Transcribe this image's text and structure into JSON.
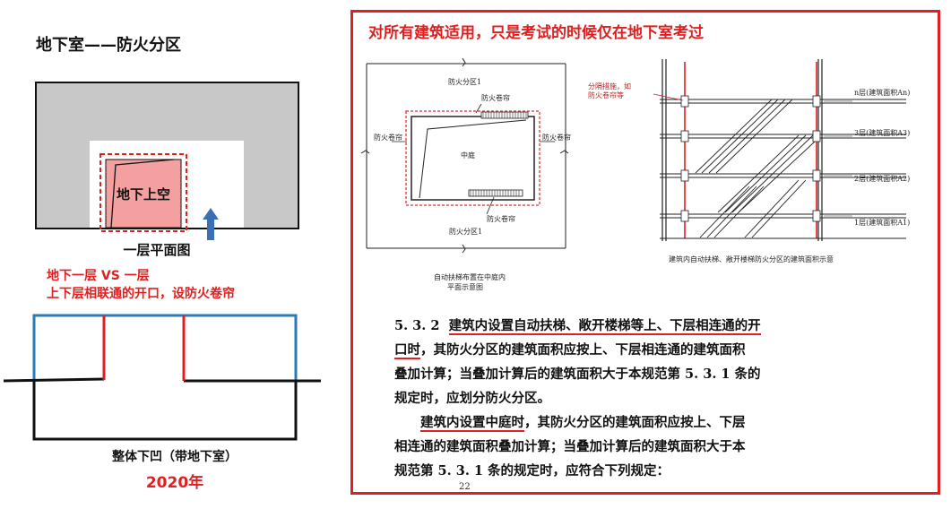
{
  "left": {
    "title": "地下室——防火分区",
    "plan_atrium_label": "地下上空",
    "plan_caption": "一层平面图",
    "note_line1": "地下一层 VS 一层",
    "note_line2": "上下层相联通的开口，设防火卷帘",
    "section_caption": "整体下凹（带地下室）",
    "year": "2020年"
  },
  "right": {
    "title": "对所有建筑适用，只是考试的时候仅在地下室考过",
    "fig1": {
      "zone_top": "防火分区1",
      "shutter_top": "防火卷帘",
      "shutter_left": "防火卷帘",
      "shutter_right": "防火卷帘",
      "atrium": "中庭",
      "shutter_bottom": "防火卷帘",
      "zone_bottom": "防火分区1",
      "caption_line1": "自动扶梯布置在中庭内",
      "caption_line2": "平面示意图"
    },
    "fig2": {
      "note_line1": "分隔措施，如",
      "note_line2": "防火卷帘等",
      "floor_n": "n层(建筑面积An)",
      "floor_3": "3层(建筑面积A3)",
      "floor_2": "2层(建筑面积A2)",
      "floor_1": "1层(建筑面积A1)",
      "caption": "建筑内自动扶梯、敞开楼梯防火分区的建筑面积示意"
    },
    "clause_532": {
      "number": "5. 3. 2",
      "line1_rest": "建筑内设置自动扶梯、敞开楼梯等上、下层相连通的开",
      "line2_highlight": "口时",
      "line2_rest": "，其防火分区的建筑面积应按上、下层相连通的建筑面积",
      "line3": "叠加计算；当叠加计算后的建筑面积大于本规范第 5. 3. 1 条的",
      "line4": "规定时，应划分防火分区。"
    },
    "clause_atrium": {
      "highlight": "建筑内设置中庭时",
      "line1_rest": "，其防火分区的建筑面积应按上、下层",
      "line2": "相连通的建筑面积叠加计算；当叠加计算后的建筑面积大于本",
      "line3": "规范第 5. 3. 1 条的规定时，应符合下列规定："
    },
    "page_number": "22"
  },
  "colors": {
    "accent_red": "#e02020",
    "section_blue": "#2a7ab8",
    "arrow_blue": "#3a6fb5",
    "plan_gray": "#c8c8c8",
    "atrium_fill": "#f4a0a0"
  }
}
